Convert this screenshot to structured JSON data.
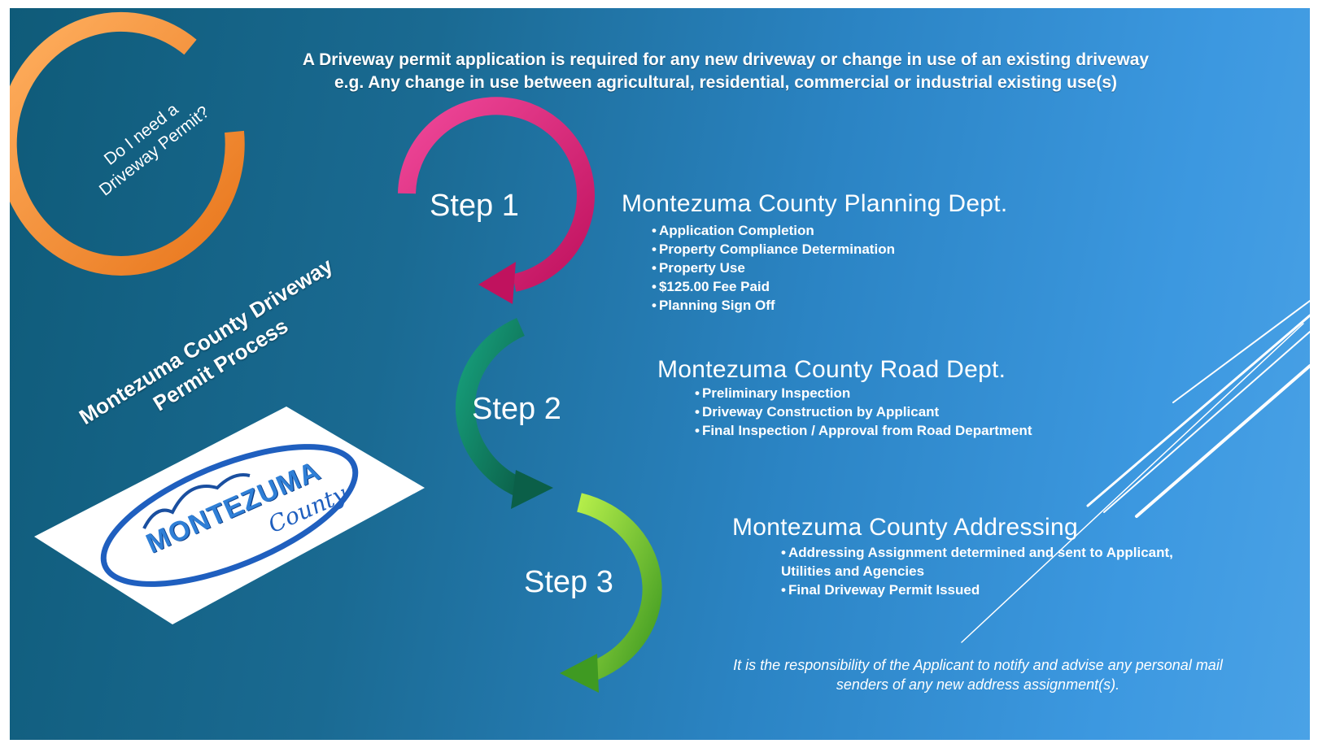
{
  "intro": {
    "line1": "A Driveway permit application is required for any new driveway or change in use of an existing driveway",
    "line2": "e.g.  Any change in use between agricultural, residential, commercial or industrial existing use(s)"
  },
  "question": {
    "line1": "Do I need a",
    "line2": "Driveway Permit?"
  },
  "title": {
    "line1": "Montezuma County Driveway",
    "line2": "Permit Process"
  },
  "logo": {
    "name": "MONTEZUMA",
    "script": "County"
  },
  "steps": [
    {
      "label": "Step 1",
      "department": "Montezuma County Planning Dept.",
      "items": [
        "Application Completion",
        "Property Compliance Determination",
        "Property Use",
        "$125.00 Fee Paid",
        "Planning Sign Off"
      ],
      "color": "#e0267f"
    },
    {
      "label": "Step 2",
      "department": "Montezuma County Road Dept.",
      "items": [
        "Preliminary Inspection",
        "Driveway Construction by Applicant",
        "Final Inspection / Approval from Road Department"
      ],
      "color": "#0f8a6a"
    },
    {
      "label": "Step 3",
      "department": "Montezuma County Addressing",
      "items": [
        "Addressing Assignment determined and sent to Applicant, Utilities and Agencies",
        "Final Driveway Permit Issued"
      ],
      "color": "#7fce2a"
    }
  ],
  "colors": {
    "question_ring": "#f08a2e",
    "logo_blue": "#1f5fbf"
  },
  "note": {
    "line1": "It is the responsibility of the Applicant to notify and advise any personal mail",
    "line2": "senders of any new address assignment(s)."
  }
}
